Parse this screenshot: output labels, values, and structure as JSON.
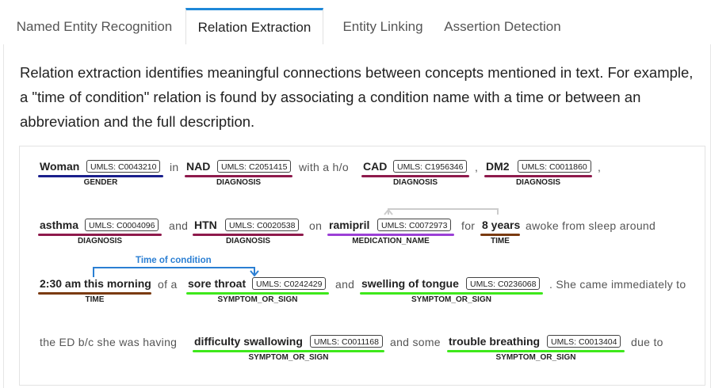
{
  "tabs": [
    {
      "label": "Named Entity Recognition",
      "active": false
    },
    {
      "label": "Relation Extraction",
      "active": true
    },
    {
      "label": "Entity Linking",
      "active": false
    },
    {
      "label": "Assertion Detection",
      "active": false
    }
  ],
  "description": "Relation extraction identifies meaningful connections between concepts mentioned in text. For example, a \"time of condition\" relation is found by associating a condition name with a time or between an abbreviation and the full description.",
  "colors": {
    "accent": "#1e88d8",
    "GENDER": "#1a1f8c",
    "DIAGNOSIS": "#8e1a4c",
    "MEDICATION_NAME": "#9b3fd6",
    "TIME": "#7a3a10",
    "SYMPTOM_OR_SIGN": "#3ee81b",
    "relation": "#2b7fd3",
    "relation_gray": "#cccccc"
  },
  "demo": {
    "entities": {
      "woman": {
        "text": "Woman",
        "code": "UMLS: C0043210",
        "label": "GENDER"
      },
      "nad": {
        "text": "NAD",
        "code": "UMLS: C2051415",
        "label": "DIAGNOSIS"
      },
      "cad": {
        "text": "CAD",
        "code": "UMLS: C1956346",
        "label": "DIAGNOSIS"
      },
      "dm2": {
        "text": "DM2",
        "code": "UMLS: C0011860",
        "label": "DIAGNOSIS"
      },
      "asthma": {
        "text": "asthma",
        "code": "UMLS: C0004096",
        "label": "DIAGNOSIS"
      },
      "htn": {
        "text": "HTN",
        "code": "UMLS: C0020538",
        "label": "DIAGNOSIS"
      },
      "ramipril": {
        "text": "ramipril",
        "code": "UMLS: C0072973",
        "label": "MEDICATION_NAME"
      },
      "years": {
        "text": "8 years",
        "label": "TIME"
      },
      "time230": {
        "text": "2:30 am this morning",
        "label": "TIME"
      },
      "sorethroat": {
        "text": "sore throat",
        "code": "UMLS: C0242429",
        "label": "SYMPTOM_OR_SIGN"
      },
      "swelling": {
        "text": "swelling of tongue",
        "code": "UMLS: C0236068",
        "label": "SYMPTOM_OR_SIGN"
      },
      "difficulty": {
        "text": "difficulty swallowing",
        "code": "UMLS: C0011168",
        "label": "SYMPTOM_OR_SIGN"
      },
      "trouble": {
        "text": "trouble breathing",
        "code": "UMLS: C0013404",
        "label": "SYMPTOM_OR_SIGN"
      }
    },
    "words": {
      "in": "in",
      "with_ho": "with a h/o",
      "comma1": ",",
      "comma2": ",",
      "and1": "and",
      "on": "on",
      "for": "for",
      "awoke": "awoke from sleep around",
      "of_a": "of a",
      "and2": "and",
      "she_came": ". She came immediately to",
      "the_ed": "the ED b/c she was having",
      "and_some": "and some",
      "due_to": "due to"
    },
    "relation": {
      "label": "Time of condition"
    }
  }
}
